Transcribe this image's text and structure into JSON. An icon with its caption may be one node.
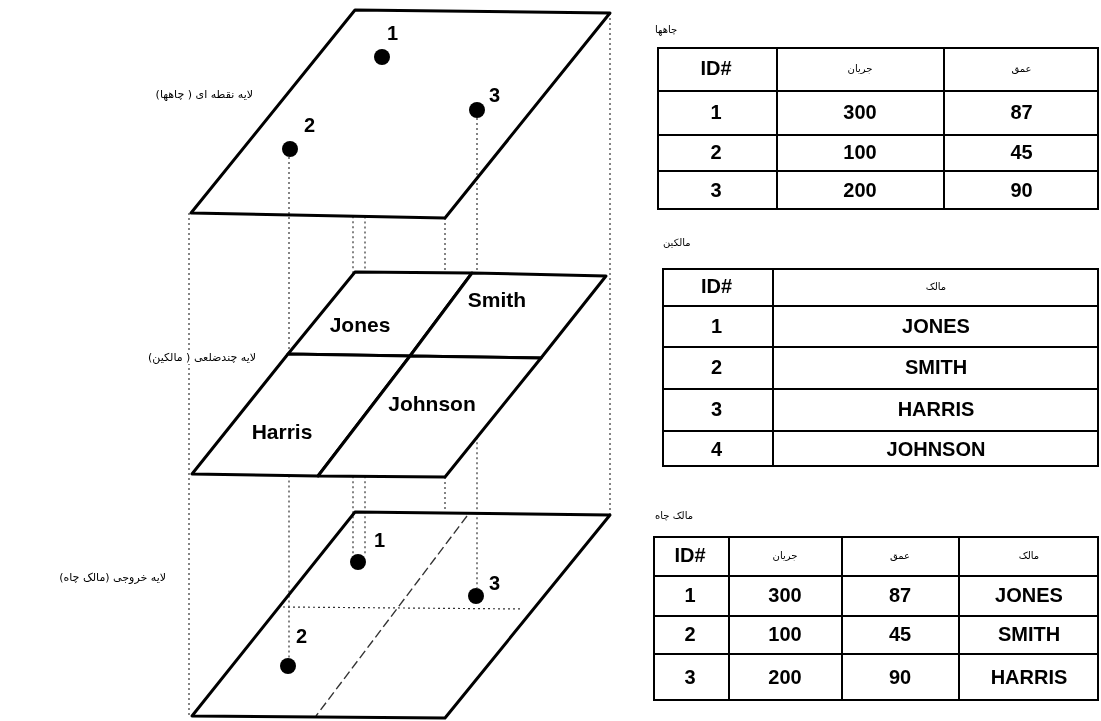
{
  "diagram": {
    "nodes": [
      {
        "text": [],
        "shape": "parallelogram"
      },
      {
        "text": [],
        "shape": "circle",
        "beside": [
          "1"
        ],
        "in": 0
      },
      {
        "text": [],
        "shape": "circle",
        "beside": [
          "2"
        ],
        "in": 0
      },
      {
        "text": [],
        "shape": "circle",
        "beside": [
          "3"
        ],
        "in": 0
      },
      {
        "text": [
          "Jones"
        ]
      },
      {
        "text": [
          "Smith"
        ]
      },
      {
        "text": [
          "Harris"
        ]
      },
      {
        "text": [
          "Johnson"
        ]
      },
      {
        "text": [],
        "shape": "parallelogram"
      },
      {
        "text": [],
        "shape": "circle",
        "beside": [
          "1"
        ],
        "in": 8
      },
      {
        "text": [],
        "shape": "circle",
        "beside": [
          "2"
        ],
        "in": 8
      },
      {
        "text": [],
        "shape": "circle",
        "beside": [
          "3"
        ],
        "in": 8
      }
    ],
    "edges": [
      {
        "from": 0,
        "to": 8,
        "arrow": "none"
      },
      {
        "from": 2,
        "to": 6,
        "arrow": "none"
      },
      {
        "from": 6,
        "to": 10,
        "arrow": "none"
      },
      {
        "from": 0,
        "to": 4,
        "arrow": "none"
      },
      {
        "from": 7,
        "to": 9,
        "arrow": "none"
      },
      {
        "from": 0,
        "to": 4,
        "arrow": "none"
      },
      {
        "from": 7,
        "to": 9,
        "arrow": "none"
      },
      {
        "from": 0,
        "to": 4,
        "arrow": "none"
      },
      {
        "from": 7,
        "to": 8,
        "arrow": "none"
      },
      {
        "from": 3,
        "to": 5,
        "arrow": "none"
      },
      {
        "from": 7,
        "to": 11,
        "arrow": "none"
      },
      {
        "from": 0,
        "to": 8,
        "arrow": "none"
      }
    ],
    "labels": [
      "لایه نقطه ای ( چاهها)",
      "لایه چندضلعی ( مالکین)",
      "لایه خروجی (مالک چاه)",
      "چاهها",
      "ID#",
      "جریان",
      "عمق",
      "1",
      "300",
      "87",
      "2",
      "100",
      "45",
      "3",
      "200",
      "90",
      "مالکین",
      "ID#",
      "مالک",
      "1",
      "JONES",
      "2",
      "SMITH",
      "3",
      "HARRIS",
      "4",
      "JOHNSON",
      "مالک چاه",
      "ID#",
      "جریان",
      "عمق",
      "مالک",
      "1",
      "300",
      "87",
      "JONES",
      "2",
      "100",
      "45",
      "SMITH",
      "3",
      "200",
      "90",
      "HARRIS"
    ]
  }
}
